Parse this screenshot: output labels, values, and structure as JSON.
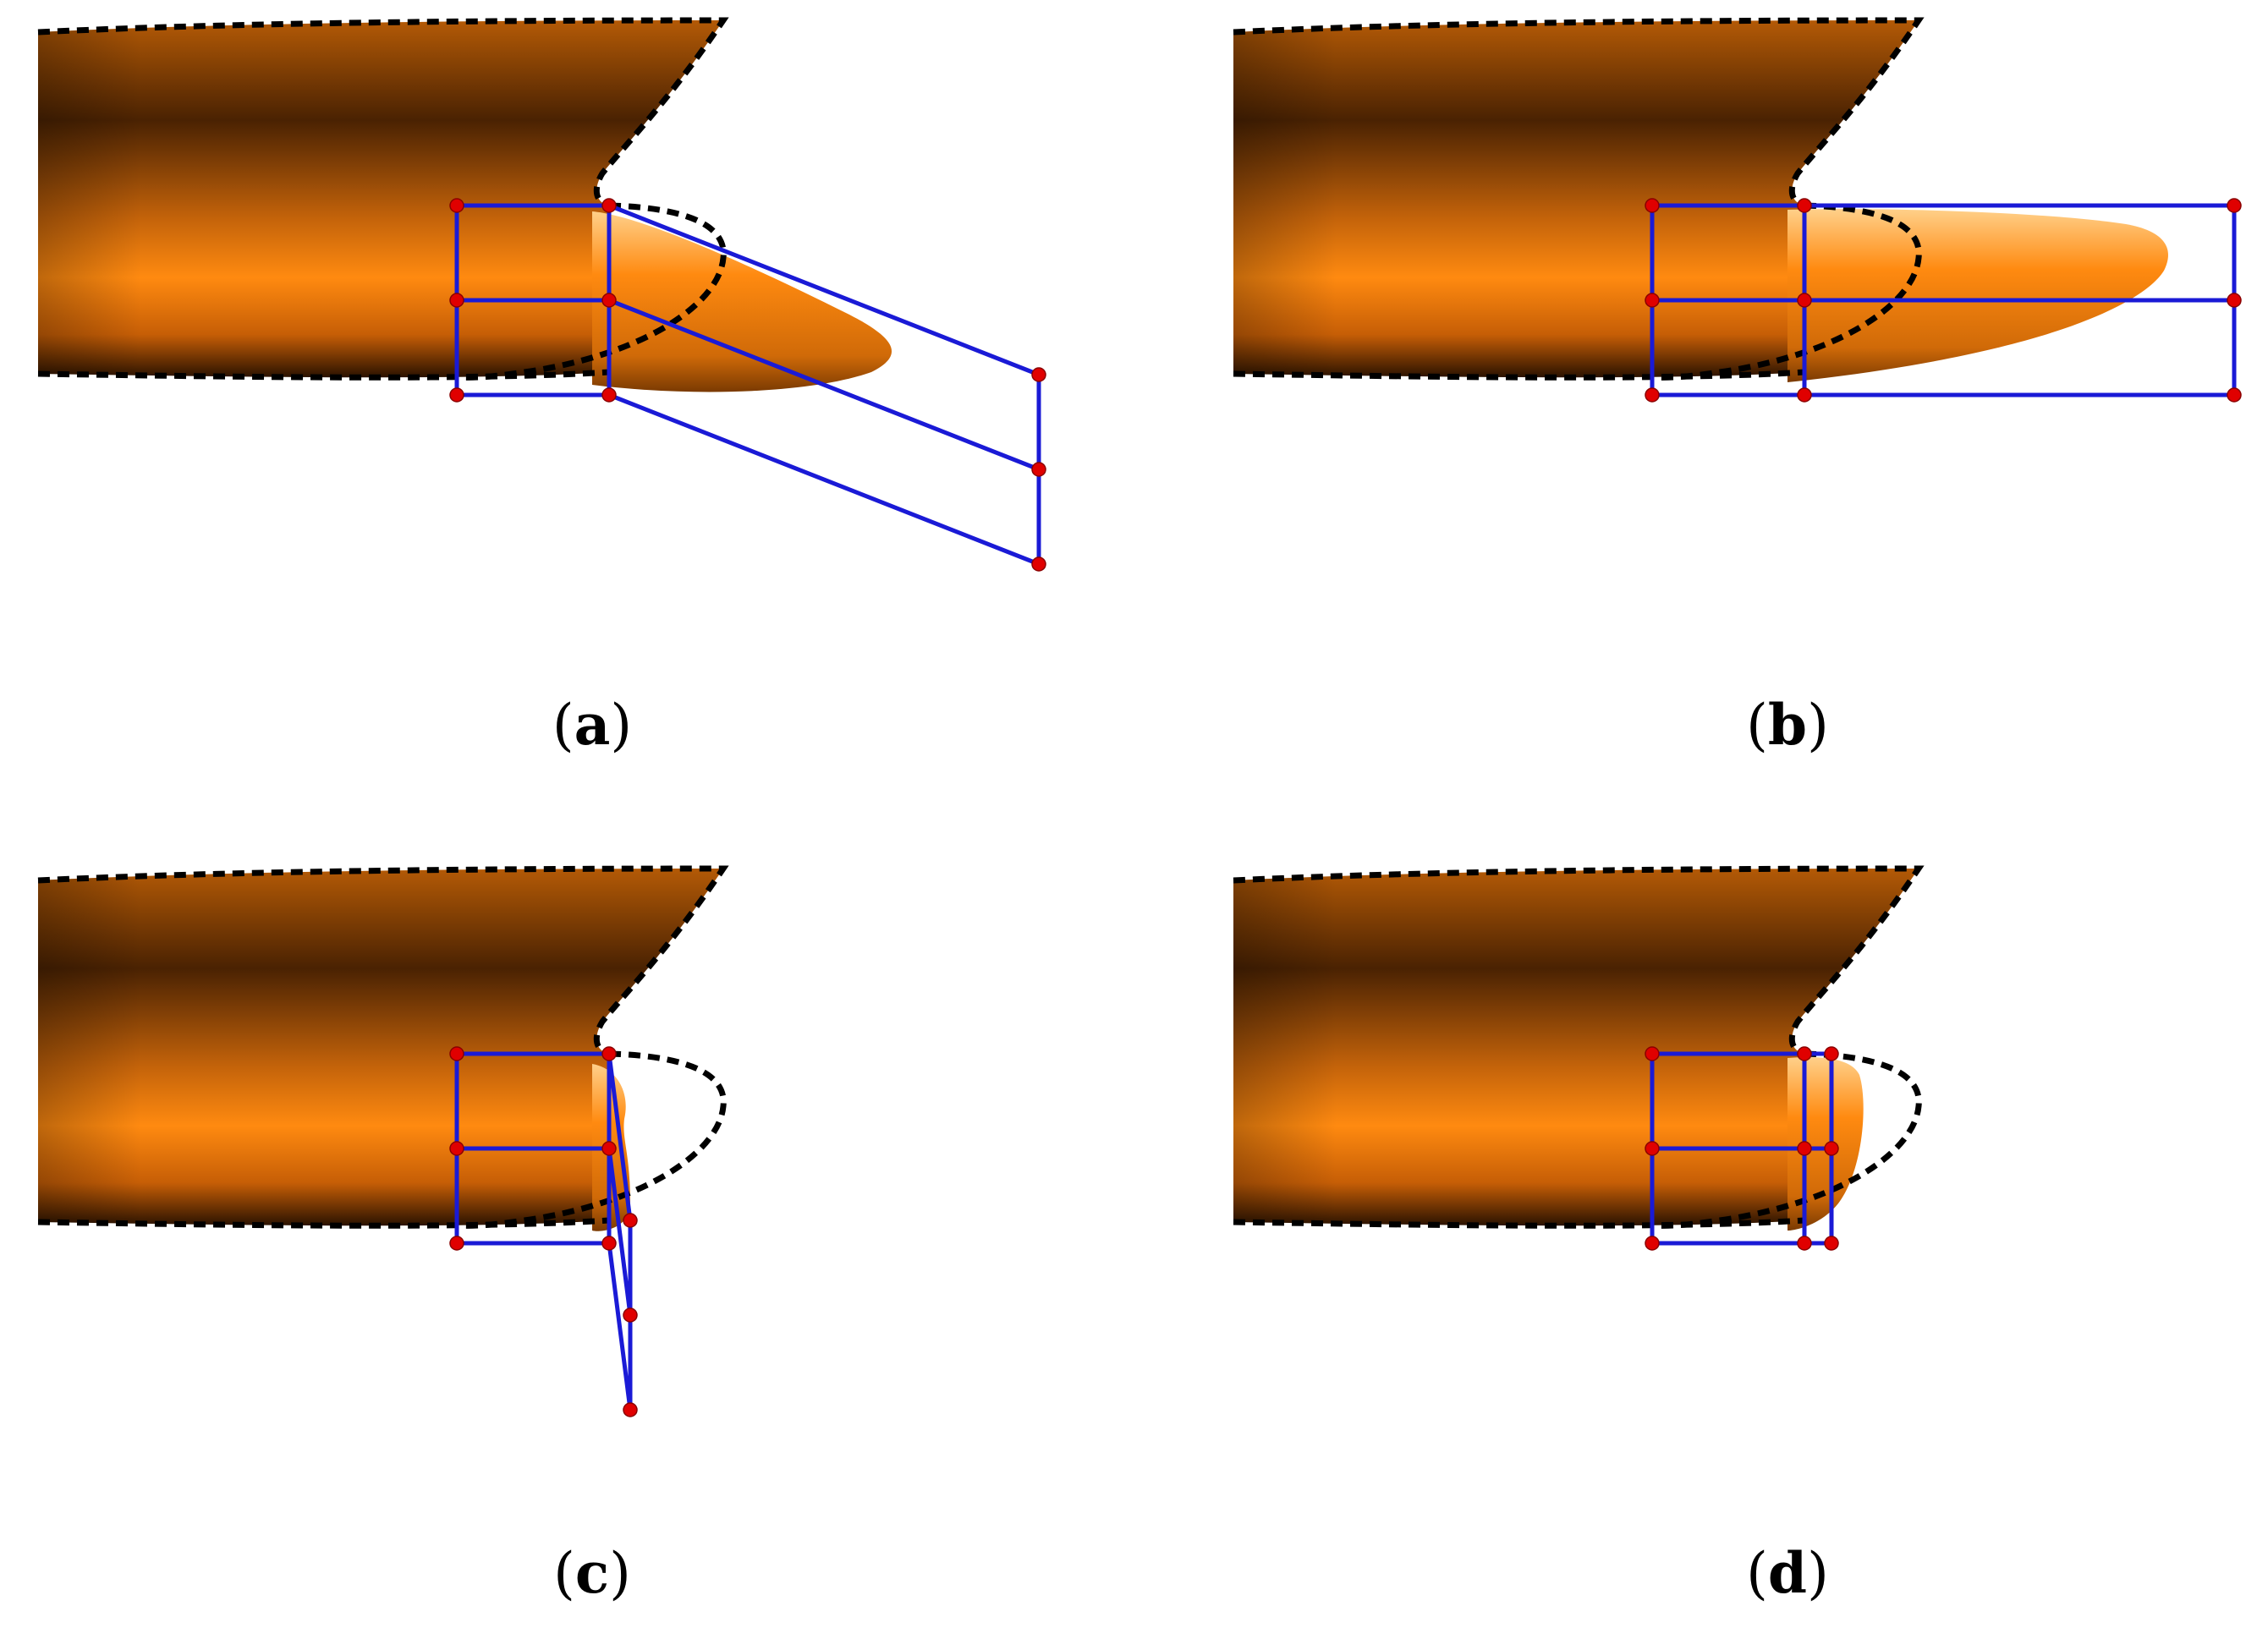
{
  "panels": [
    {
      "id": "a",
      "caption_open": "(",
      "caption_label": "a",
      "caption_close": ")",
      "variant": "extended-tilted-down"
    },
    {
      "id": "b",
      "caption_open": "(",
      "caption_label": "b",
      "caption_close": ")",
      "variant": "extended-straight"
    },
    {
      "id": "c",
      "caption_open": "(",
      "caption_label": "c",
      "caption_close": ")",
      "variant": "collapsed-tilted"
    },
    {
      "id": "d",
      "caption_open": "(",
      "caption_label": "d",
      "caption_close": ")",
      "variant": "shortened-straight"
    }
  ],
  "colors": {
    "hull_light": "#ff8a10",
    "hull_mid": "#c2620a",
    "hull_dark": "#4a2202",
    "lattice": "#1a1ad6",
    "control_point": "#e00000",
    "outline": "#000000"
  }
}
